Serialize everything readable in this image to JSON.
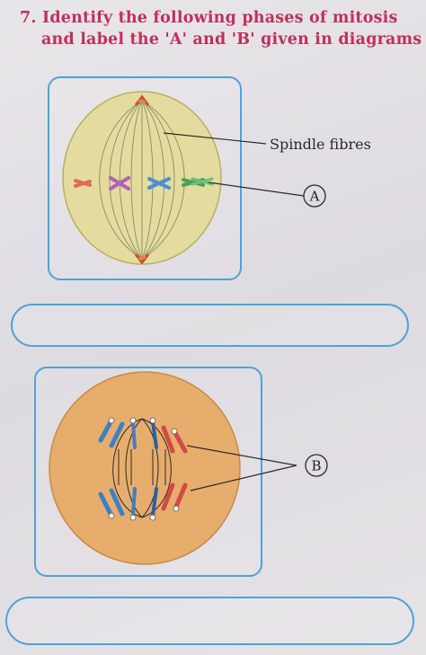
{
  "question": {
    "number": "7.",
    "line1": "Identify the following phases of mitosis",
    "line2": "and label the 'A' and 'B' given in diagrams"
  },
  "diagram_1": {
    "label_spindle": "Spindle fibres",
    "marker": "A"
  },
  "diagram_2": {
    "marker": "B"
  },
  "answers": {
    "answer_1": "",
    "answer_2": ""
  },
  "colors": {
    "heading": "#c0305a",
    "frame_border": "#4ea3d6",
    "cell_1_fill": "#e3dc9e",
    "cell_2_fill": "#e7ad6c",
    "chromosome_blue": "#3f7fc4",
    "chromosome_red": "#d24a46"
  }
}
